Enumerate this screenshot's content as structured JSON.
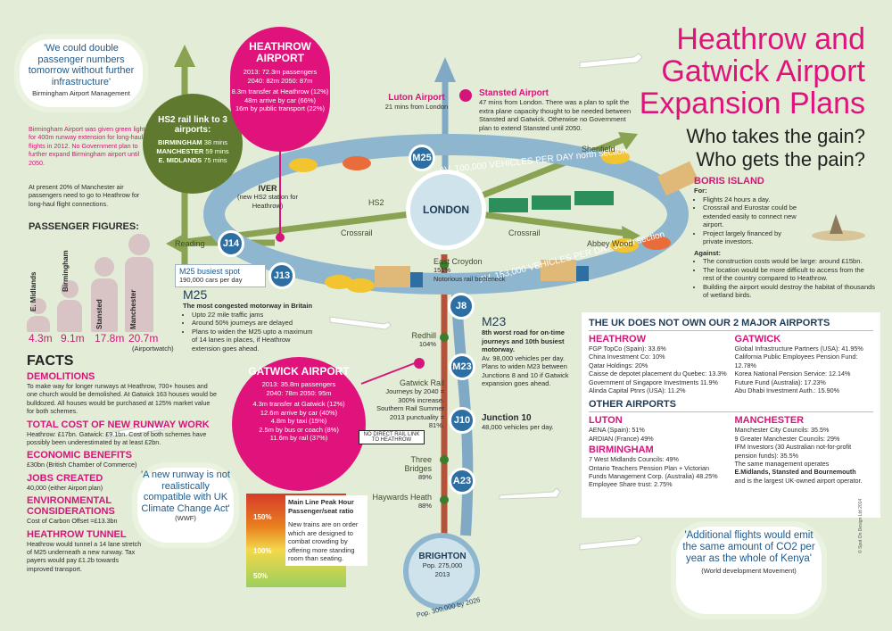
{
  "title": {
    "line1": "Heathrow and",
    "line2": "Gatwick Airport",
    "line3": "Expansion Plans",
    "sub1": "Who takes the gain?",
    "sub2": "Who gets the pain?"
  },
  "quotes": {
    "birmingham": {
      "text": "'We could double passenger numbers tomorrow without further infrastructure'",
      "source": "Birmingham Airport Management"
    },
    "runway": {
      "text": "'A new runway is not realistically compatible with UK Climate Change Act'",
      "source": "(WWF)"
    },
    "kenya": {
      "text": "'Additional flights would emit the same amount of CO2 per year as the whole of Kenya'",
      "source": "(World development Movement)"
    }
  },
  "birmingham_text": "Birmingham Airport was given green light for 400m runway extension for long-haul flights in 2012. No Government plan to further expand Birmingham airport until 2050.",
  "manchester_text": "At present 20% of Manchester air passengers need to go to Heathrow for long-haul flight connections.",
  "passenger_figures": {
    "heading": "PASSENGER FIGURES:",
    "items": [
      {
        "name": "E. Midlands",
        "value": "4.3m"
      },
      {
        "name": "Birmingham",
        "value": "9.1m"
      },
      {
        "name": "Stansted",
        "value": "17.8m"
      },
      {
        "name": "Manchester",
        "value": "20.7m"
      }
    ],
    "note": "(Airportwatch)"
  },
  "facts": {
    "heading": "FACTS",
    "items": [
      {
        "h": "DEMOLITIONS",
        "t": "To make way for longer runways at Heathrow, 700+ houses and one church would be demolished. At Gatwick 163 houses would be bulldozed. All houses would be purchased at 125% market value for both schemes."
      },
      {
        "h": "TOTAL COST OF NEW RUNWAY WORK",
        "t": "Heathrow: £17bn. Gatwick: £9.1bn. Cost of both schemes have possibly been underestimated by at least £2bn."
      },
      {
        "h": "ECONOMIC BENEFITS",
        "t": "£30bn (British Chamber of Commerce)"
      },
      {
        "h": "JOBS CREATED",
        "t": "40,000 (either Airport plan)"
      },
      {
        "h": "ENVIRONMENTAL CONSIDERATIONS",
        "t": "Cost of Carbon Offset =£13.3bn"
      },
      {
        "h": "HEATHROW TUNNEL",
        "t": "Heathrow would tunnel a 14 lane stretch of M25 underneath a new runway. Tax payers would pay £1.2b towards improved transport."
      }
    ]
  },
  "hs2": {
    "title": "HS2 rail link to 3 airports:",
    "rows": [
      {
        "place": "BIRMINGHAM",
        "time": "38 mins"
      },
      {
        "place": "MANCHESTER",
        "time": "59 mins"
      },
      {
        "place": "E. MIDLANDS",
        "time": "75 mins"
      }
    ]
  },
  "heathrow": {
    "title": "HEATHROW AIRPORT",
    "stats": "2013: 72.3m passengers",
    "stats2": "2040: 82m   2050: 87m",
    "lines": [
      "8.3m transfer at Heathrow (12%)",
      "48m arrive by car (66%)",
      "16m by public transport (22%)"
    ]
  },
  "gatwick": {
    "title": "GATWICK AIRPORT",
    "stats": "2013: 35.8m passengers",
    "stats2": "2040: 78m   2050: 95m",
    "lines": [
      "4.3m transfer at Gatwick (12%)",
      "12.6m arrive by car (40%)",
      "4.8m by taxi (15%)",
      "2.5m by bus or coach (8%)",
      "11.6m by rail (37%)"
    ]
  },
  "map": {
    "london": "LONDON",
    "luton": {
      "name": "Luton Airport",
      "desc": "21 mins from London"
    },
    "stansted": {
      "name": "Stansted Airport",
      "desc": "47 mins from London. There was a plan to split the extra plane capacity thought to be needed between Stansted and Gatwick. Otherwise no Government plan to extend Stansted until 2050."
    },
    "m25_north": "AV. 100,000 VEHICLES PER DAY north section",
    "m25_south": "AV. 153,000 VEHICLES PER DAY south section",
    "m25_label": "M25",
    "shenfield": "Shenfield",
    "iver": "IVER",
    "iver_desc": "(new HS2 station for Heathrow)",
    "hs2": "HS2",
    "crossrail_w": "Crossrail",
    "crossrail_e": "Crossrail",
    "reading": "Reading",
    "abbey": "Abbey Wood",
    "j14": "J14",
    "j13": "J13",
    "j8": "J8",
    "j10": "J10",
    "m23j": "M23",
    "a23": "A23",
    "busiest": {
      "title": "M25 busiest spot",
      "desc": "190,000 cars per day"
    },
    "east_croydon": {
      "name": "East Croydon",
      "pct": "151%",
      "desc": "Notorious rail bottleneck"
    },
    "redhill": {
      "name": "Redhill",
      "pct": "104%"
    },
    "gatwick_rail": {
      "name": "Gatwick Rail",
      "desc": "Journeys by 2040 = 300% increase. Southern Rail Summer 2013 punctuality = 81%."
    },
    "no_direct": "NO DIRECT RAIL LINK TO HEATHROW",
    "three_bridges": {
      "name": "Three Bridges",
      "pct": "89%"
    },
    "haywards": {
      "name": "Haywards Heath",
      "pct": "88%"
    },
    "brighton": {
      "name": "BRIGHTON",
      "pop": "Pop. 275,000",
      "year": "2013",
      "future": "Pop. 300,000 by 2026"
    },
    "junction10": {
      "title": "Junction 10",
      "desc": "48,000 vehicles per day."
    },
    "m23": {
      "title": "M23",
      "bold": "8th worst road for on-time journeys and 10th busiest motorway.",
      "desc": "Av. 98,000 vehicles per day. Plans to widen M23 between Junctions 8 and 10 if Gatwick expansion goes ahead."
    },
    "m25": {
      "title": "M25",
      "bold": "The most congested motorway in Britain",
      "bullets": [
        "Upto 22 mile traffic jams",
        "Around 50% journeys are delayed",
        "Plans to widen the M25 upto a maximum of 14 lanes in places, if Heathrow extension goes ahead."
      ]
    }
  },
  "ratio": {
    "title": "Main Line Peak Hour Passenger/seat ratio",
    "levels": [
      "150%",
      "100%",
      "50%"
    ],
    "desc": "New trains are on order which are designed to combat crowding by offering more standing room than seating."
  },
  "boris": {
    "title": "BORIS ISLAND",
    "for": "For:",
    "for_items": [
      "Flights 24 hours a day.",
      "Crossrail and Eurostar could be extended easily to connect new airport.",
      "Project largely financed by private investors."
    ],
    "against": "Against:",
    "against_items": [
      "The construction costs would be large: around £15bn.",
      "The location would be more difficult to access from the rest of the country compared to Heathrow.",
      "Building the airport would destroy the habitat of thousands of wetland birds."
    ]
  },
  "ownership": {
    "heading": "THE UK DOES NOT OWN OUR 2 MAJOR AIRPORTS",
    "heathrow": {
      "h": "HEATHROW",
      "rows": [
        "FGP TopCo (Spain): 33.6%",
        "China Investment Co: 10%",
        "Qatar Holdings: 20%",
        "Caisse de depotet placement du Quebec: 13.3%",
        "Government of Singapore Investments 11.9%",
        "Alinda Capital Ptnrs (USA): 11.2%"
      ]
    },
    "gatwick": {
      "h": "GATWICK",
      "rows": [
        "Global Infrastructure Partners (USA): 41.95%",
        "California Public Employees Pension Fund: 12.78%",
        "Korea National Pension Service: 12.14%",
        "Future Fund (Australia): 17.23%",
        "Abu Dhabi Investment Auth.: 15.90%"
      ]
    },
    "other_h": "OTHER AIRPORTS",
    "luton": {
      "h": "LUTON",
      "rows": [
        "AENA (Spain): 51%",
        "ARDIAN (France) 49%"
      ]
    },
    "birmingham": {
      "h": "BIRMINGHAM",
      "rows": [
        "7 West Midlands Councils: 49%",
        "Ontario Teachers Pension Plan + Victorian Funds Management Corp. (Australia) 48.25%",
        "Employee Share trust: 2.75%"
      ]
    },
    "manchester": {
      "h": "MANCHESTER",
      "rows": [
        "Manchester City Councils: 35.5%",
        "9 Greater Manchester Councils: 29%",
        "IFM Investors (30 Australian not-for-profit pension funds): 35.5%",
        "The same management operates"
      ],
      "bold": "E.Midlands, Stansted and Bournemouth",
      "tail": "and is the largest UK-owned airport operator."
    }
  },
  "credit": "© Spot On Design Ltd 2014",
  "colors": {
    "magenta": "#e0137c",
    "green": "#8aa352",
    "road": "#7fa9c4",
    "junction": "#2e6fa3",
    "bg": "#e3ecd6"
  }
}
